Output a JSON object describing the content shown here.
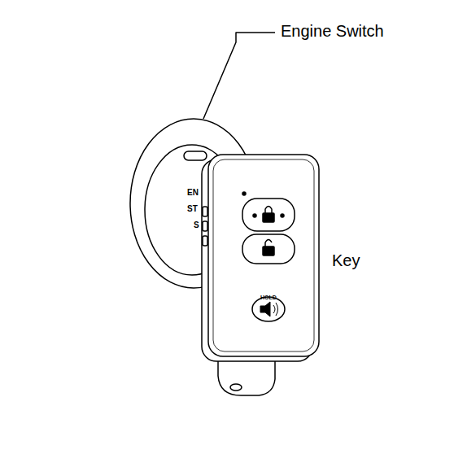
{
  "diagram": {
    "labels": [
      "Engine Switch",
      "Key",
      "EN",
      "ST",
      "S",
      "HOLD"
    ]
  }
}
